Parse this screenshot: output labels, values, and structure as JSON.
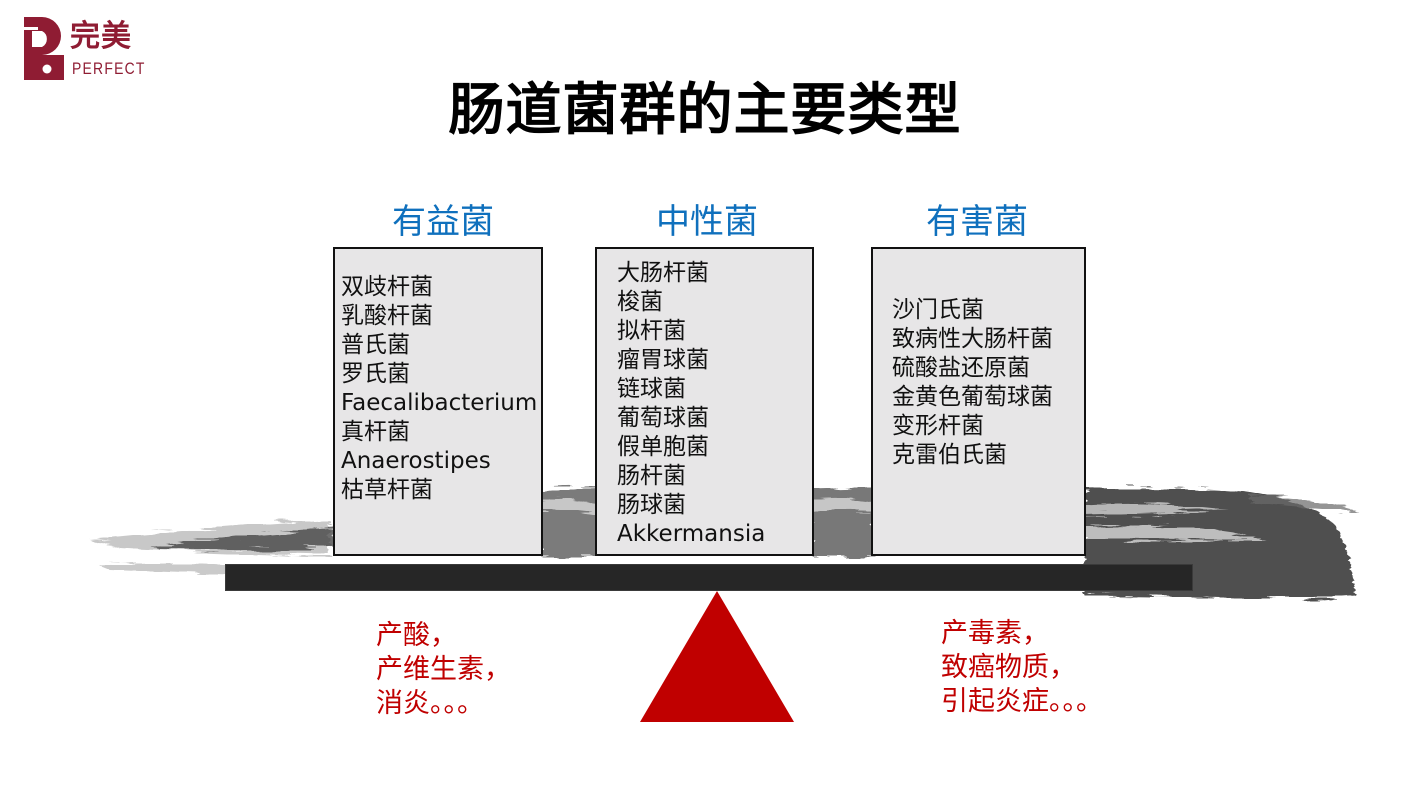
{
  "logo": {
    "cn": "完美",
    "en": "PERFECT",
    "brand_color": "#8f1c33"
  },
  "slide": {
    "title": "肠道菌群的主要类型"
  },
  "groups": [
    {
      "title": "有益菌",
      "items": [
        "双歧杆菌",
        "乳酸杆菌",
        "普氏菌",
        "罗氏菌",
        "Faecalibacterium",
        "真杆菌",
        "Anaerostipes",
        "枯草杆菌"
      ]
    },
    {
      "title": "中性菌",
      "items": [
        "大肠杆菌",
        "梭菌",
        "拟杆菌",
        "瘤胃球菌",
        "链球菌",
        "葡萄球菌",
        "假单胞菌",
        "肠杆菌",
        "肠球菌",
        "Akkermansia"
      ]
    },
    {
      "title": "有害菌",
      "items": [
        "沙门氏菌",
        "致病性大肠杆菌",
        "硫酸盐还原菌",
        "金黄色葡萄球菌",
        "变形杆菌",
        "克雷伯氏菌"
      ]
    }
  ],
  "effects": {
    "beneficial": [
      "产酸，",
      "产维生素，",
      "消炎。。。"
    ],
    "harmful": [
      "产毒素，",
      "致癌物质，",
      "引起炎症。。。"
    ]
  },
  "colors": {
    "group_title": "#0f70bd",
    "effect_text": "#c00000",
    "fulcrum": "#c00000",
    "beam": "#262626",
    "box_bg": "#e7e6e7"
  }
}
